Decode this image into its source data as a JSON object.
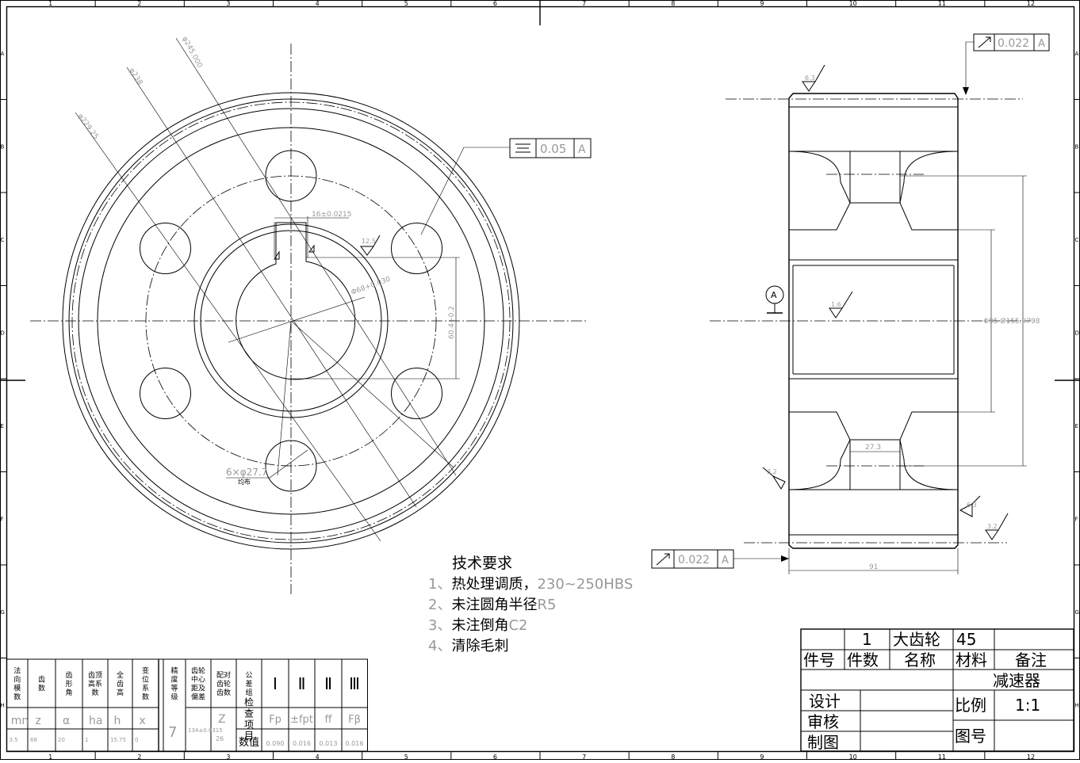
{
  "border": {
    "col_numbers": [
      "1",
      "2",
      "3",
      "4",
      "5",
      "6",
      "7",
      "8",
      "9",
      "10",
      "11",
      "12"
    ],
    "row_letters": [
      "A",
      "B",
      "C",
      "D",
      "E",
      "F",
      "G",
      "H"
    ]
  },
  "front_view": {
    "dims": {
      "d_outer": "φ245.000",
      "d_pitch": "φ238",
      "d_root": "φ229.25",
      "keyway_width": "16±0.0215",
      "bore_dia": "Φ68+0.030",
      "keyway_depth": "60.4+0.2",
      "holes": "6×φ27.7",
      "holes_note": "均布"
    },
    "flatness_frame": {
      "symbol": "⌯",
      "value": "0.05",
      "datum": "A"
    },
    "roughness": [
      "12.5"
    ]
  },
  "side_view": {
    "dims": {
      "top_runout": "0.022",
      "top_runout_datum": "A",
      "bottom_runout": "0.022",
      "bottom_runout_datum": "A",
      "web_thickness": "27.3",
      "width": "91",
      "hub_dia": "Φ95  Ø155.9798",
      "datum_label": "A"
    },
    "roughness": [
      "6.3",
      "1.6",
      "3.2",
      "3.2",
      "6.3"
    ]
  },
  "tech_requirements": {
    "title": "技术要求",
    "items": [
      {
        "prefix": "1、",
        "text": "热处理调质，",
        "grey": "230~250HBS"
      },
      {
        "prefix": "2、",
        "text": "未注圆角半径",
        "grey": "R5"
      },
      {
        "prefix": "3、",
        "text": "未注倒角",
        "grey": "C2"
      },
      {
        "prefix": "4、",
        "text": "清除毛刺",
        "grey": ""
      }
    ]
  },
  "gear_params": {
    "headers": [
      "法向模数",
      "齿数",
      "齿形角",
      "齿顶高系数",
      "全齿高",
      "变位系数"
    ],
    "symbols": [
      "mn",
      "z",
      "α",
      "ha",
      "h",
      "x"
    ],
    "values": [
      "3.5",
      "68",
      "20",
      "1",
      "15.75",
      "0"
    ],
    "precision_header": "精度等级",
    "precision_value": "7",
    "center_dist_header": "齿轮中心距及偏差",
    "center_dist_value": "134±0.0315",
    "mate_header": "配对齿轮齿数",
    "mate_symbol": "Z",
    "mate_value": "26",
    "tol_group_header": "公差组",
    "roman": [
      "Ⅰ",
      "Ⅱ",
      "Ⅱ",
      "Ⅲ"
    ],
    "check_label": "检查项目",
    "value_label": "数值",
    "check_symbols": [
      "Fp",
      "±fpt",
      "ff",
      "Fβ"
    ],
    "check_values": [
      "0.090",
      "0.016",
      "0.013",
      "0.016"
    ]
  },
  "title_block": {
    "qty": "1",
    "part_name": "大齿轮",
    "material": "45",
    "hdr_part_no": "件号",
    "hdr_qty": "件数",
    "hdr_name": "名称",
    "hdr_material": "材料",
    "hdr_remark": "备注",
    "assembly": "减速器",
    "design": "设计",
    "review": "审核",
    "draw": "制图",
    "scale_label": "比例",
    "scale_value": "1:1",
    "drawing_no_label": "图号"
  }
}
